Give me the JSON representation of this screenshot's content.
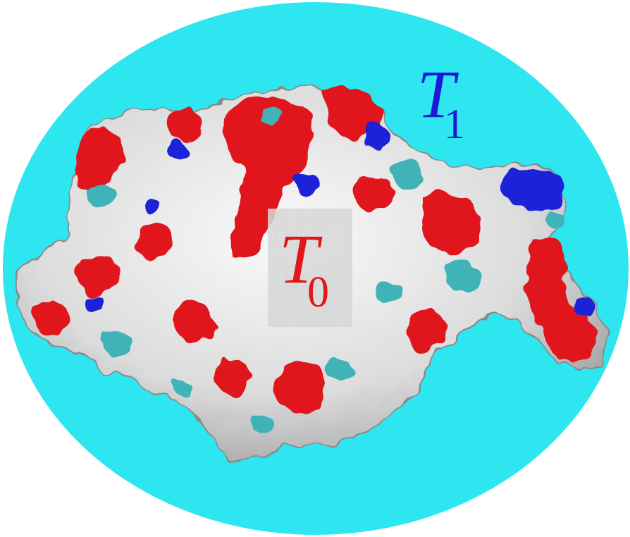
{
  "labels": {
    "outer": {
      "main": "T",
      "sub": "1"
    },
    "inner": {
      "main": "T",
      "sub": "0"
    }
  },
  "colors": {
    "solvent": "#2ee6f0",
    "surface": "#e6e6e6",
    "surface_shadow": "#9a9a9a",
    "oxygen_patch": "#e0161c",
    "nitrogen_patch": "#1a24d8",
    "carbon_patch": "#3fb3b8",
    "inner_region": "#d7d7d7",
    "outer_label": "#1a1ad6",
    "inner_label": "#e0161c"
  },
  "icons": {
    "molecule": "protein-surface-icon"
  }
}
